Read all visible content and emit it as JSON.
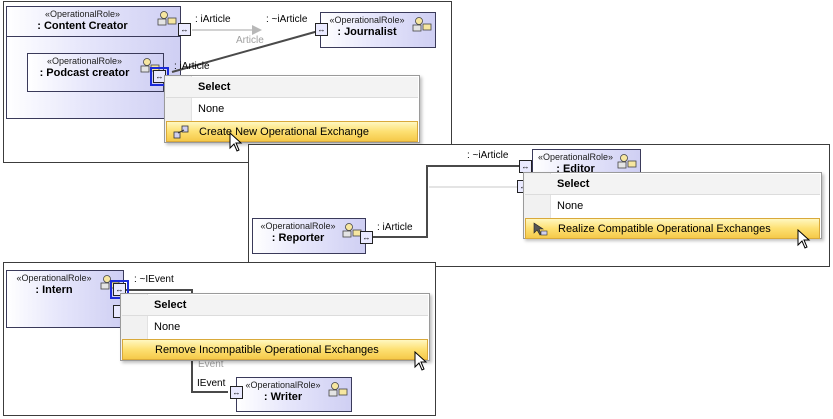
{
  "stereotype": "«OperationalRole»",
  "panel1": {
    "content_creator": ": Content Creator",
    "podcast_creator": ": Podcast creator",
    "journalist": ": Journalist",
    "label_iarticle_left": ": iArticle",
    "label_iarticle_right": ": ~iArticle",
    "label_article": "Article",
    "label_iarticle_lower": ": iArticle",
    "menu": {
      "header": "Select",
      "none": "None",
      "action": "Create New Operational Exchange"
    }
  },
  "panel2": {
    "editor": ": Editor",
    "reporter": ": Reporter",
    "label_iarticle_top": ": ~iArticle",
    "label_iarticle_bottom": ": iArticle",
    "menu": {
      "header": "Select",
      "none": "None",
      "action": "Realize Compatible Operational Exchanges"
    }
  },
  "panel3": {
    "intern": ": Intern",
    "writer": ": Writer",
    "label_ievent_top": ": ~IEvent",
    "label_event": "Event",
    "label_ievent_bottom": "IEvent",
    "menu": {
      "header": "Select",
      "none": "None",
      "action": "Remove Incompatible Operational Exchanges"
    }
  },
  "port_glyph": "↔"
}
